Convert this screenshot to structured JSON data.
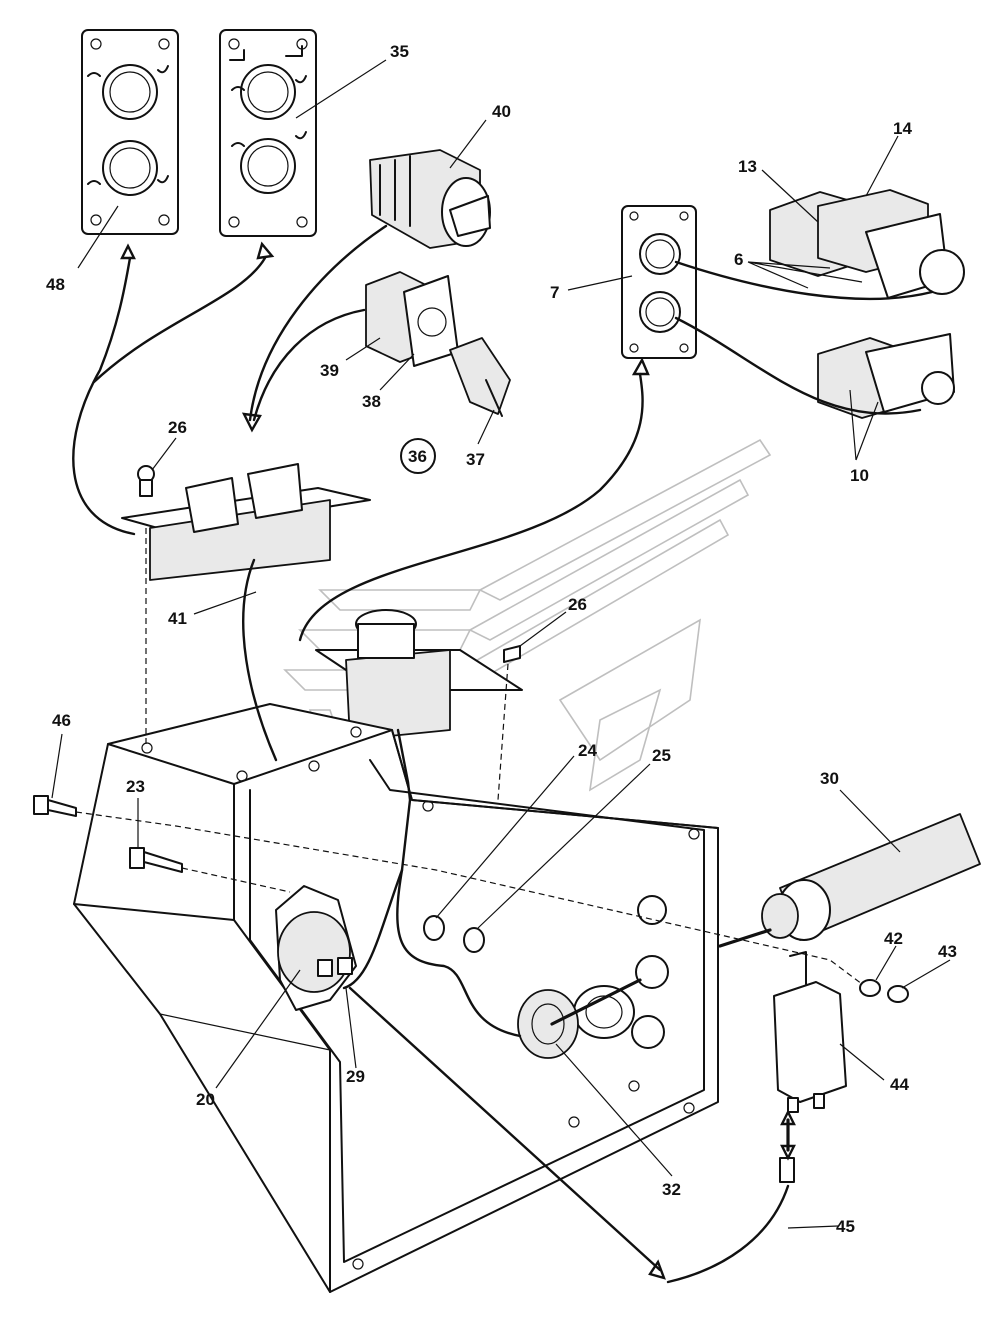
{
  "labels": {
    "p48": "48",
    "p35": "35",
    "p40": "40",
    "p14": "14",
    "p13": "13",
    "p6": "6",
    "p7": "7",
    "p39": "39",
    "p38": "38",
    "p37": "37",
    "p36": "36",
    "p10": "10",
    "p26a": "26",
    "p41": "41",
    "p26b": "26",
    "p46": "46",
    "p23": "23",
    "p24": "24",
    "p25": "25",
    "p30": "30",
    "p42": "42",
    "p43": "43",
    "p44": "44",
    "p20": "20",
    "p29": "29",
    "p32": "32",
    "p45": "45"
  }
}
